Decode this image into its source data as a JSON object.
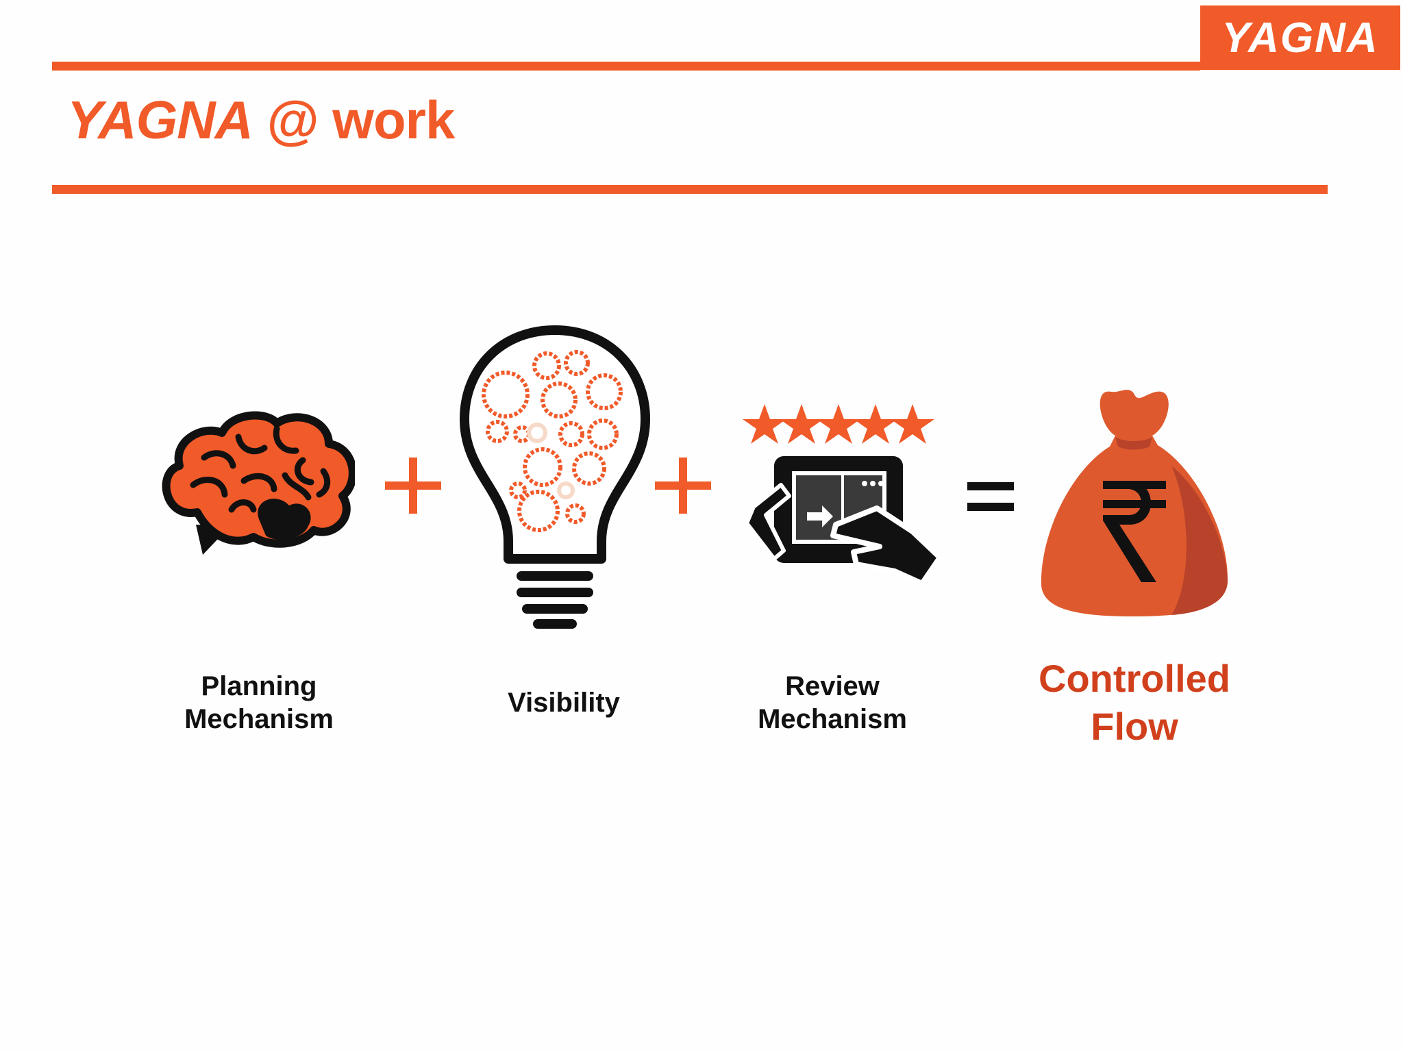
{
  "header": {
    "logo": "YAGNA",
    "title_brand": "YAGNA",
    "title_rest": " @ work"
  },
  "equation": {
    "items": [
      {
        "icon": "brain-icon",
        "lines": [
          "Planning",
          "Mechanism"
        ]
      },
      {
        "icon": "lightbulb-gears-icon",
        "lines": [
          "Visibility"
        ]
      },
      {
        "icon": "tablet-review-icon",
        "lines": [
          "Review",
          "Mechanism"
        ]
      }
    ],
    "result": {
      "icon": "rupee-money-bag-icon",
      "lines": [
        "Controlled",
        "Flow"
      ]
    },
    "operators": [
      "+",
      "+",
      "="
    ]
  },
  "colors": {
    "accent": "#f15a29",
    "result_text": "#d1401c",
    "bag": "#de5a2e",
    "icon_dark": "#111111"
  }
}
